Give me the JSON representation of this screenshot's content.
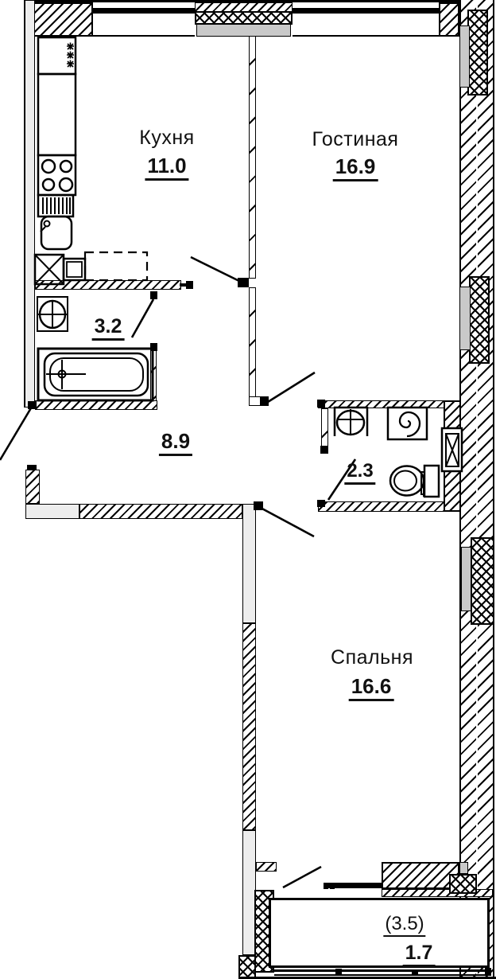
{
  "rooms": {
    "kitchen": {
      "name": "Кухня",
      "area": "11.0"
    },
    "living_room": {
      "name": "Гостиная",
      "area": "16.9"
    },
    "bathroom": {
      "area": "3.2"
    },
    "hallway": {
      "area": "8.9"
    },
    "wc": {
      "area": "2.3"
    },
    "bedroom": {
      "name": "Спальня",
      "area": "16.6"
    },
    "loggia": {
      "area_full": "(3.5)",
      "area": "1.7"
    }
  },
  "fixtures": [
    "fridge",
    "kitchen-cabinet",
    "stove",
    "drainboard",
    "kitchen-sink",
    "vent-duct",
    "wardrobe-dashed",
    "bathroom-washbasin",
    "bathtub",
    "entrance-door",
    "bathroom-door",
    "kitchen-door",
    "living-room-door",
    "wc-door",
    "bedroom-door",
    "balcony-door",
    "wc-washbasin",
    "washing-machine",
    "toilet",
    "riser-shaft",
    "loggia-glazing"
  ],
  "colors": {
    "line": "#000000",
    "sill_gray": "#c9c9c9",
    "wall_fill": "#ededed",
    "background": "#ffffff"
  }
}
